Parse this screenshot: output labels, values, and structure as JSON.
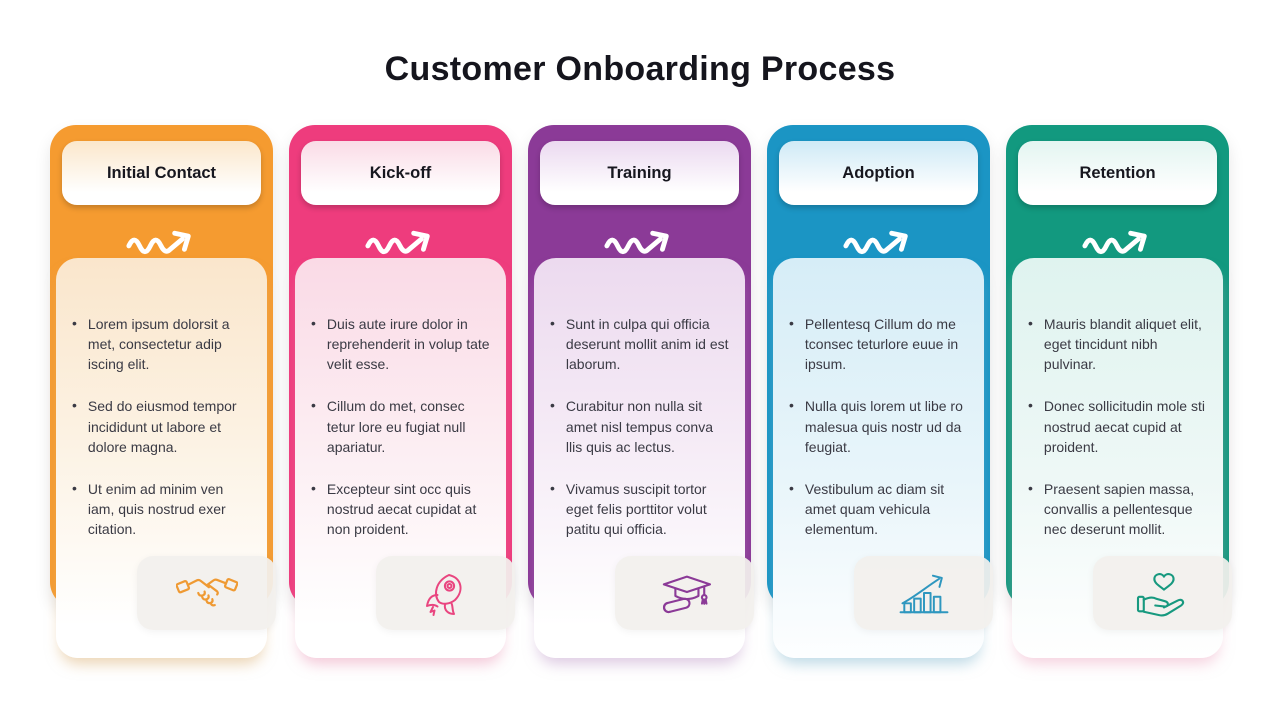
{
  "title": "Customer Onboarding Process",
  "columns": [
    {
      "label": "Initial Contact",
      "icon": "handshake-icon",
      "color": "#F59B30",
      "bullets": [
        "Lorem ipsum dolorsit a met, consectetur adip iscing elit.",
        "Sed do eiusmod tempor incididunt ut labore et dolore magna.",
        "Ut enim ad minim ven iam, quis nostrud exer citation."
      ]
    },
    {
      "label": "Kick-off",
      "icon": "rocket-icon",
      "color": "#EE3C7D",
      "bullets": [
        "Duis aute irure dolor in reprehenderit in volup tate velit esse.",
        "Cillum do met, consec tetur lore eu fugiat null apariatur.",
        "Excepteur sint occ quis nostrud aecat cupidat at non proident."
      ]
    },
    {
      "label": "Training",
      "icon": "graduation-cap-icon",
      "color": "#8B3A97",
      "bullets": [
        "Sunt in culpa qui officia deserunt mollit anim id est laborum.",
        "Curabitur non nulla sit amet nisl tempus conva llis quis ac lectus.",
        "Vivamus suscipit tortor eget felis porttitor volut patitu qui officia."
      ]
    },
    {
      "label": "Adoption",
      "icon": "growth-chart-icon",
      "color": "#1B95C4",
      "bullets": [
        "Pellentesq Cillum do me tconsec teturlore euue in ipsum.",
        "Nulla quis lorem ut libe ro malesua quis nostr ud da feugiat.",
        "Vestibulum ac diam sit amet quam vehicula elementum."
      ]
    },
    {
      "label": "Retention",
      "icon": "hand-heart-icon",
      "color": "#12997F",
      "bullets": [
        "Mauris blandit aliquet elit, eget tincidunt nibh pulvinar.",
        "Donec sollicitudin mole sti nostrud aecat cupid at proident.",
        "Praesent sapien massa, convallis a pellentesque nec deserunt mollit."
      ]
    }
  ]
}
